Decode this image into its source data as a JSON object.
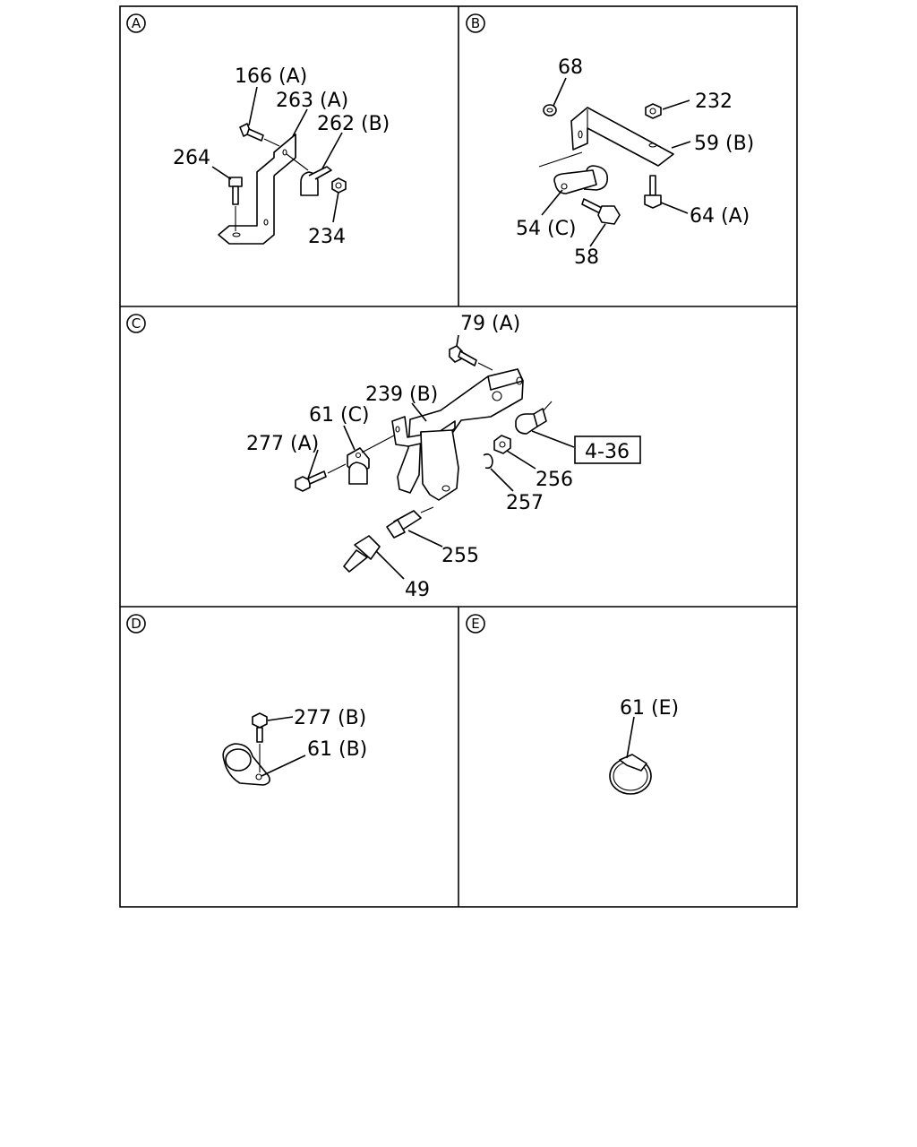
{
  "panels": [
    {
      "id": "A",
      "labels": [
        "166 (A)",
        "263 (A)",
        "262 (B)",
        "264",
        "234"
      ]
    },
    {
      "id": "B",
      "labels": [
        "68",
        "232",
        "59 (B)",
        "54 (C)",
        "58",
        "64 (A)"
      ]
    },
    {
      "id": "C",
      "labels": [
        "79 (A)",
        "239 (B)",
        "61 (C)",
        "277 (A)",
        "256",
        "257",
        "255",
        "49"
      ],
      "reference": "4-36"
    },
    {
      "id": "D",
      "labels": [
        "277 (B)",
        "61 (B)"
      ]
    },
    {
      "id": "E",
      "labels": [
        "61 (E)"
      ]
    }
  ]
}
